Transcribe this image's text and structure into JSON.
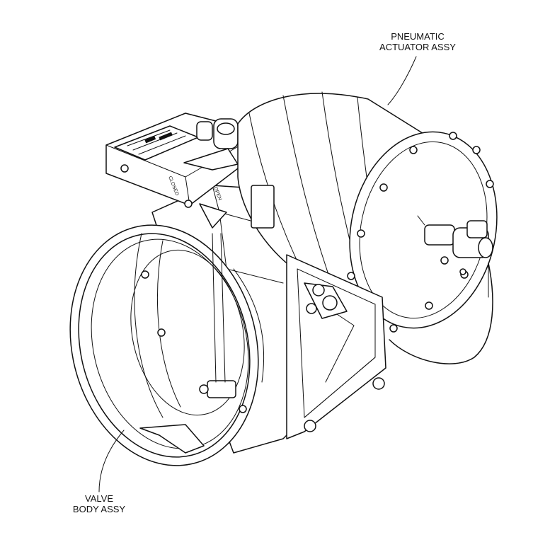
{
  "callouts": {
    "actuator": {
      "line1": "PNEUMATIC",
      "line2": "ACTUATOR ASSY"
    },
    "valve_body": {
      "line1": "VALVE",
      "line2": "BODY ASSY"
    }
  },
  "indicator": {
    "closed_label": "CLOSED",
    "open_label": "OPEN"
  },
  "colors": {
    "ink": "#111111",
    "paper": "#ffffff"
  }
}
